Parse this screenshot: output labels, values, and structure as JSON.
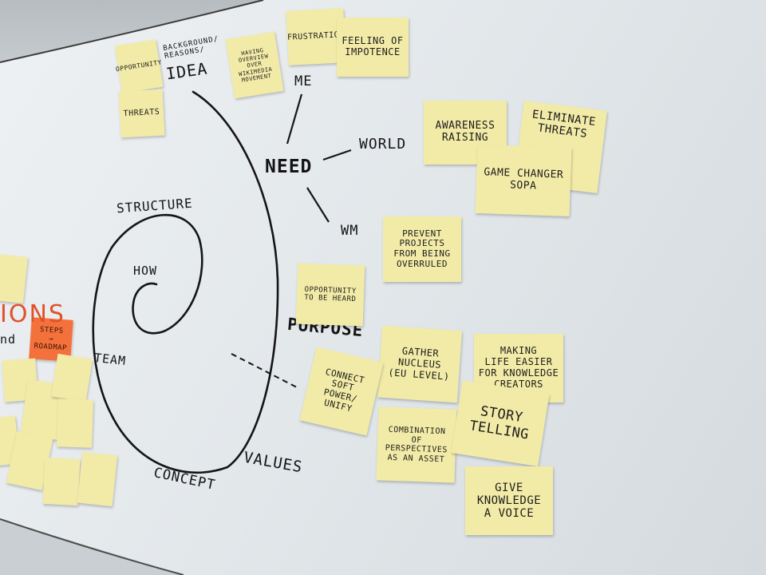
{
  "colors": {
    "sticky_yellow": "#f2eba8",
    "sticky_orange": "#f4713b",
    "ink": "#141414",
    "red_marker": "#e0522b"
  },
  "diagram": {
    "center": "HOW",
    "labels": {
      "structure": "STRUCTURE",
      "team": "TEAM",
      "concept": "CONCEPT",
      "values": "VALUES",
      "idea": "IDEA",
      "background_reasons": "BACKGROUND/\nREASONS/",
      "need": "NEED",
      "me": "ME",
      "world": "WORLD",
      "wm": "WM",
      "purpose": "PURPOSE"
    }
  },
  "notes": {
    "opportunity": "OPPORTUNITY",
    "threats": "THREATS",
    "having_overview": "HAVING\nOVERVIEW\nOVER\nWIKIMEDIA\nMOVEMENT",
    "frustration": "FRUSTRATION",
    "feeling_of_impotence": "FEELING OF\nIMPOTENCE",
    "awareness_raising": "AWARENESS\nRAISING",
    "eliminate_threats": "ELIMINATE\nTHREATS",
    "game_changer_sopa": "GAME CHANGER\nSOPA",
    "prevent_projects": "PREVENT\nPROJECTS\nFROM BEING\nOVERRULED",
    "opportunity_to_be_heard": "OPPORTUNITY\nTO BE HEARD",
    "gather_nucleus": "GATHER\nNUCLEUS\n(EU LEVEL)",
    "connect_soft_power": "CONNECT\nSOFT\nPOWER/\nUNIFY",
    "making_life_easier": "MAKING\nLIFE EASIER\nFOR KNOWLEDGE\nCREATORS",
    "combination_of_perspectives": "COMBINATION\nOF\nPERSPECTIVES\nAS AN ASSET",
    "story_telling": "STORY\nTELLING",
    "give_knowledge_a_voice": "GIVE\nKNOWLEDGE\nA VOICE",
    "steps_roadmap": "STEPS\n→\nROADMAP"
  },
  "left_edge": {
    "red_word": "IONS",
    "word_below": "nd"
  }
}
